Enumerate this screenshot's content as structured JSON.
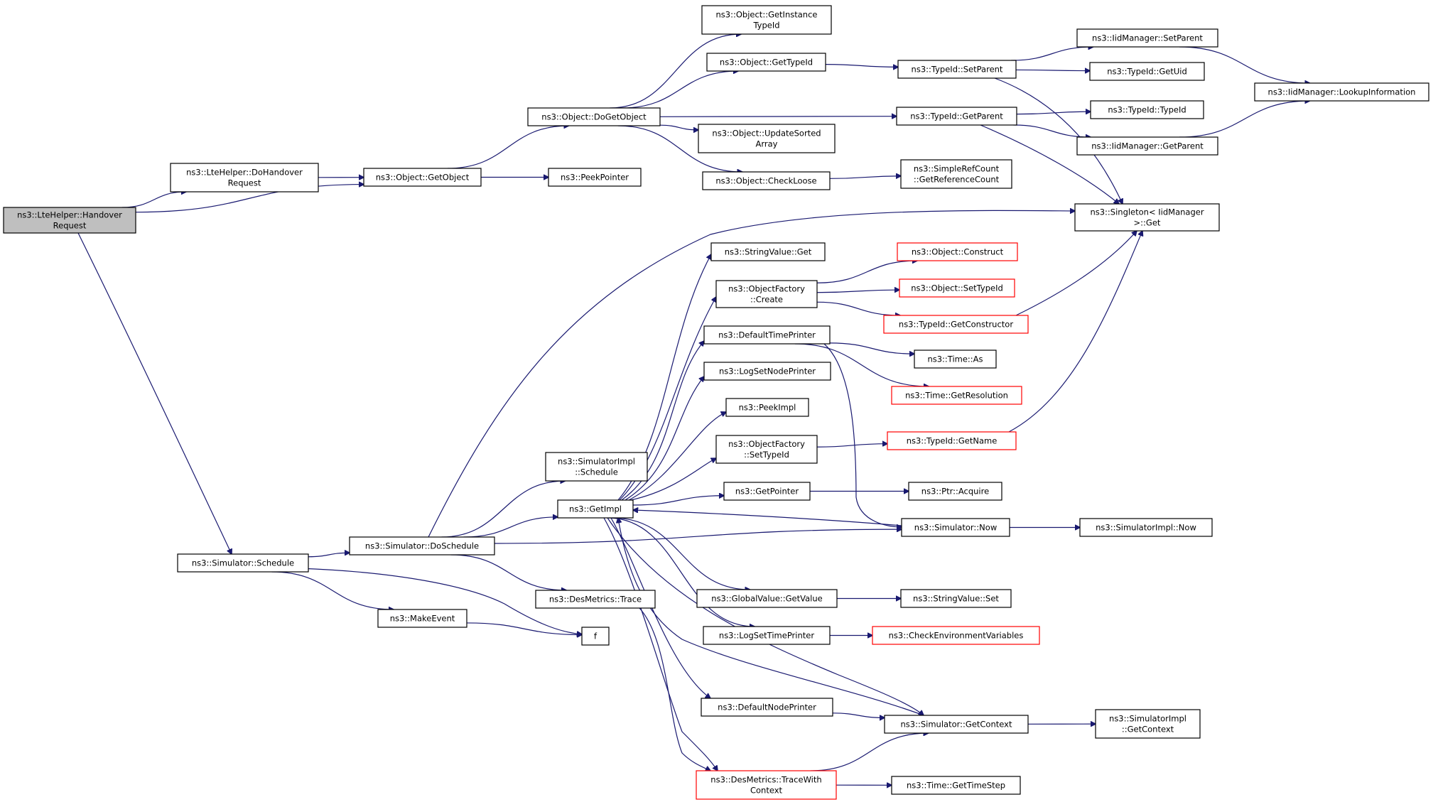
{
  "diagram": {
    "type": "call-graph",
    "colors": {
      "edge": "#191970",
      "node_border": "#000000",
      "node_border_unresolved": "#ff0000",
      "root_fill": "#bfbfbf"
    },
    "nodes": [
      {
        "id": "handover",
        "lines": [
          "ns3::LteHelper::Handover",
          "Request"
        ],
        "style": "root"
      },
      {
        "id": "doHandover",
        "lines": [
          "ns3::LteHelper::DoHandover",
          "Request"
        ]
      },
      {
        "id": "getObject",
        "lines": [
          "ns3::Object::GetObject"
        ]
      },
      {
        "id": "doGetObject",
        "lines": [
          "ns3::Object::DoGetObject"
        ]
      },
      {
        "id": "peekPointer",
        "lines": [
          "ns3::PeekPointer"
        ]
      },
      {
        "id": "getInstanceTypeId",
        "lines": [
          "ns3::Object::GetInstance",
          "TypeId"
        ]
      },
      {
        "id": "objGetTypeId",
        "lines": [
          "ns3::Object::GetTypeId"
        ]
      },
      {
        "id": "updateSorted",
        "lines": [
          "ns3::Object::UpdateSorted",
          "Array"
        ]
      },
      {
        "id": "checkLoose",
        "lines": [
          "ns3::Object::CheckLoose"
        ]
      },
      {
        "id": "setParent",
        "lines": [
          "ns3::TypeId::SetParent"
        ]
      },
      {
        "id": "getParent",
        "lines": [
          "ns3::TypeId::GetParent"
        ]
      },
      {
        "id": "getRefCount",
        "lines": [
          "ns3::SimpleRefCount",
          "::GetReferenceCount"
        ]
      },
      {
        "id": "iidSetParent",
        "lines": [
          "ns3::IidManager::SetParent"
        ]
      },
      {
        "id": "getUid",
        "lines": [
          "ns3::TypeId::GetUid"
        ]
      },
      {
        "id": "typeIdTypeId",
        "lines": [
          "ns3::TypeId::TypeId"
        ]
      },
      {
        "id": "iidGetParent",
        "lines": [
          "ns3::IidManager::GetParent"
        ]
      },
      {
        "id": "lookupInfo",
        "lines": [
          "ns3::IidManager::LookupInformation"
        ]
      },
      {
        "id": "singletonGet",
        "lines": [
          "ns3::Singleton< IidManager",
          ">::Get"
        ]
      },
      {
        "id": "stringValueGet",
        "lines": [
          "ns3::StringValue::Get"
        ]
      },
      {
        "id": "ofCreate",
        "lines": [
          "ns3::ObjectFactory",
          "::Create"
        ]
      },
      {
        "id": "objConstruct",
        "lines": [
          "ns3::Object::Construct"
        ],
        "style": "red"
      },
      {
        "id": "objSetTypeId",
        "lines": [
          "ns3::Object::SetTypeId"
        ],
        "style": "red"
      },
      {
        "id": "getConstructor",
        "lines": [
          "ns3::TypeId::GetConstructor"
        ],
        "style": "red"
      },
      {
        "id": "defaultTimePrinter",
        "lines": [
          "ns3::DefaultTimePrinter"
        ]
      },
      {
        "id": "timeAs",
        "lines": [
          "ns3::Time::As"
        ]
      },
      {
        "id": "getResolution",
        "lines": [
          "ns3::Time::GetResolution"
        ],
        "style": "red"
      },
      {
        "id": "logSetNodePrinter",
        "lines": [
          "ns3::LogSetNodePrinter"
        ]
      },
      {
        "id": "peekImpl",
        "lines": [
          "ns3::PeekImpl"
        ]
      },
      {
        "id": "ofSetTypeId",
        "lines": [
          "ns3::ObjectFactory",
          "::SetTypeId"
        ]
      },
      {
        "id": "typeIdGetName",
        "lines": [
          "ns3::TypeId::GetName"
        ],
        "style": "red"
      },
      {
        "id": "simImplSchedule",
        "lines": [
          "ns3::SimulatorImpl",
          "::Schedule"
        ]
      },
      {
        "id": "getImpl",
        "lines": [
          "ns3::GetImpl"
        ]
      },
      {
        "id": "getPointer",
        "lines": [
          "ns3::GetPointer"
        ]
      },
      {
        "id": "ptrAcquire",
        "lines": [
          "ns3::Ptr::Acquire"
        ]
      },
      {
        "id": "simNow",
        "lines": [
          "ns3::Simulator::Now"
        ]
      },
      {
        "id": "simImplNow",
        "lines": [
          "ns3::SimulatorImpl::Now"
        ]
      },
      {
        "id": "simSchedule",
        "lines": [
          "ns3::Simulator::Schedule"
        ]
      },
      {
        "id": "doSchedule",
        "lines": [
          "ns3::Simulator::DoSchedule"
        ]
      },
      {
        "id": "desTrace",
        "lines": [
          "ns3::DesMetrics::Trace"
        ]
      },
      {
        "id": "makeEvent",
        "lines": [
          "ns3::MakeEvent"
        ]
      },
      {
        "id": "f",
        "lines": [
          "f"
        ]
      },
      {
        "id": "gvGetValue",
        "lines": [
          "ns3::GlobalValue::GetValue"
        ]
      },
      {
        "id": "stringValueSet",
        "lines": [
          "ns3::StringValue::Set"
        ]
      },
      {
        "id": "logSetTimePrinter",
        "lines": [
          "ns3::LogSetTimePrinter"
        ]
      },
      {
        "id": "checkEnv",
        "lines": [
          "ns3::CheckEnvironmentVariables"
        ],
        "style": "red"
      },
      {
        "id": "defaultNodePrinter",
        "lines": [
          "ns3::DefaultNodePrinter"
        ]
      },
      {
        "id": "simGetContext",
        "lines": [
          "ns3::Simulator::GetContext"
        ]
      },
      {
        "id": "simImplGetContext",
        "lines": [
          "ns3::SimulatorImpl",
          "::GetContext"
        ]
      },
      {
        "id": "traceWithContext",
        "lines": [
          "ns3::DesMetrics::TraceWith",
          "Context"
        ],
        "style": "red"
      },
      {
        "id": "getTimeStep",
        "lines": [
          "ns3::Time::GetTimeStep"
        ]
      }
    ],
    "edges": [
      [
        "handover",
        "doHandover"
      ],
      [
        "handover",
        "getObject"
      ],
      [
        "handover",
        "simSchedule"
      ],
      [
        "doHandover",
        "getObject"
      ],
      [
        "getObject",
        "doGetObject"
      ],
      [
        "getObject",
        "peekPointer"
      ],
      [
        "doGetObject",
        "getInstanceTypeId"
      ],
      [
        "doGetObject",
        "objGetTypeId"
      ],
      [
        "doGetObject",
        "getParent"
      ],
      [
        "doGetObject",
        "updateSorted"
      ],
      [
        "doGetObject",
        "checkLoose"
      ],
      [
        "objGetTypeId",
        "setParent"
      ],
      [
        "setParent",
        "iidSetParent"
      ],
      [
        "setParent",
        "getUid"
      ],
      [
        "setParent",
        "singletonGet"
      ],
      [
        "iidSetParent",
        "lookupInfo"
      ],
      [
        "getParent",
        "typeIdTypeId"
      ],
      [
        "getParent",
        "iidGetParent"
      ],
      [
        "getParent",
        "singletonGet"
      ],
      [
        "iidGetParent",
        "lookupInfo"
      ],
      [
        "checkLoose",
        "getRefCount"
      ],
      [
        "simSchedule",
        "doSchedule"
      ],
      [
        "simSchedule",
        "makeEvent"
      ],
      [
        "simSchedule",
        "f"
      ],
      [
        "makeEvent",
        "f"
      ],
      [
        "doSchedule",
        "singletonGet"
      ],
      [
        "doSchedule",
        "simImplSchedule"
      ],
      [
        "doSchedule",
        "getImpl"
      ],
      [
        "doSchedule",
        "simNow"
      ],
      [
        "doSchedule",
        "desTrace"
      ],
      [
        "getImpl",
        "stringValueGet"
      ],
      [
        "getImpl",
        "ofCreate"
      ],
      [
        "getImpl",
        "defaultTimePrinter"
      ],
      [
        "getImpl",
        "logSetNodePrinter"
      ],
      [
        "getImpl",
        "peekImpl"
      ],
      [
        "getImpl",
        "ofSetTypeId"
      ],
      [
        "getImpl",
        "getPointer"
      ],
      [
        "getImpl",
        "gvGetValue"
      ],
      [
        "getImpl",
        "logSetTimePrinter"
      ],
      [
        "getImpl",
        "defaultNodePrinter"
      ],
      [
        "getImpl",
        "simGetContext"
      ],
      [
        "getImpl",
        "traceWithContext"
      ],
      [
        "ofCreate",
        "objConstruct"
      ],
      [
        "ofCreate",
        "objSetTypeId"
      ],
      [
        "ofCreate",
        "getConstructor"
      ],
      [
        "getConstructor",
        "singletonGet"
      ],
      [
        "defaultTimePrinter",
        "timeAs"
      ],
      [
        "defaultTimePrinter",
        "getResolution"
      ],
      [
        "defaultTimePrinter",
        "simNow"
      ],
      [
        "ofSetTypeId",
        "typeIdGetName"
      ],
      [
        "typeIdGetName",
        "singletonGet"
      ],
      [
        "getPointer",
        "ptrAcquire"
      ],
      [
        "simNow",
        "getImpl"
      ],
      [
        "simNow",
        "simImplNow"
      ],
      [
        "gvGetValue",
        "stringValueSet"
      ],
      [
        "logSetTimePrinter",
        "checkEnv"
      ],
      [
        "desTrace",
        "traceWithContext"
      ],
      [
        "defaultNodePrinter",
        "simGetContext"
      ],
      [
        "simGetContext",
        "getImpl"
      ],
      [
        "simGetContext",
        "simImplGetContext"
      ],
      [
        "traceWithContext",
        "simGetContext"
      ],
      [
        "traceWithContext",
        "getTimeStep"
      ]
    ]
  }
}
